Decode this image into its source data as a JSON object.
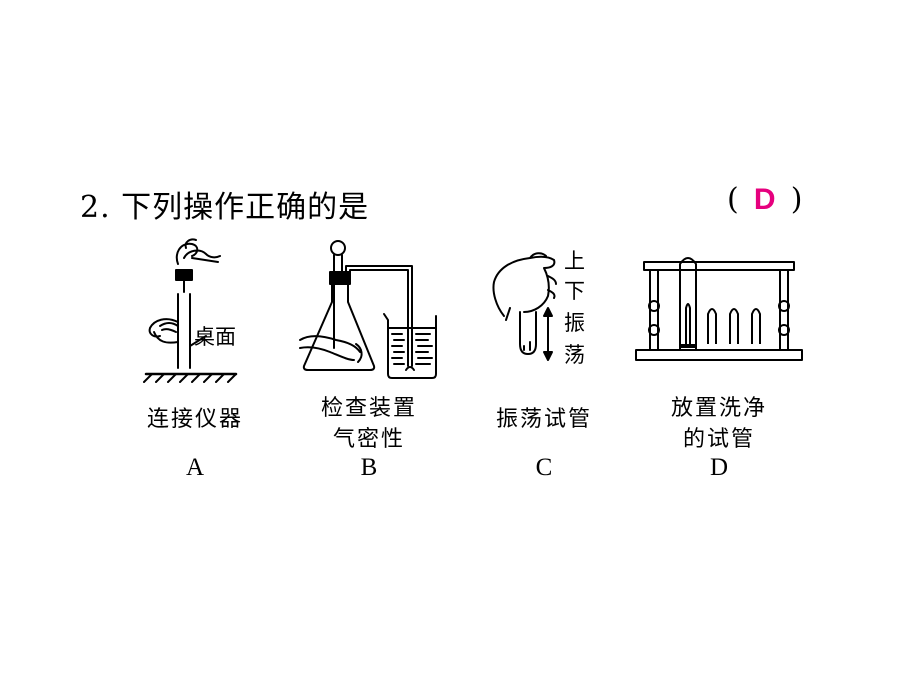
{
  "question": {
    "text": "2. 下列操作正确的是",
    "answer_open": "(",
    "answer": "D",
    "answer_close": ")"
  },
  "options": [
    {
      "letter": "A",
      "caption_lines": [
        "连接仪器"
      ],
      "figure_label": "桌面"
    },
    {
      "letter": "B",
      "caption_lines": [
        "检查装置",
        "气密性"
      ]
    },
    {
      "letter": "C",
      "caption_lines": [
        "振荡试管"
      ],
      "figure_label_chars": [
        "上",
        "下",
        "振",
        "荡"
      ]
    },
    {
      "letter": "D",
      "caption_lines": [
        "放置洗净",
        "的试管"
      ]
    }
  ],
  "colors": {
    "answer": "#e6007e",
    "ink": "#000000",
    "background": "#ffffff"
  }
}
